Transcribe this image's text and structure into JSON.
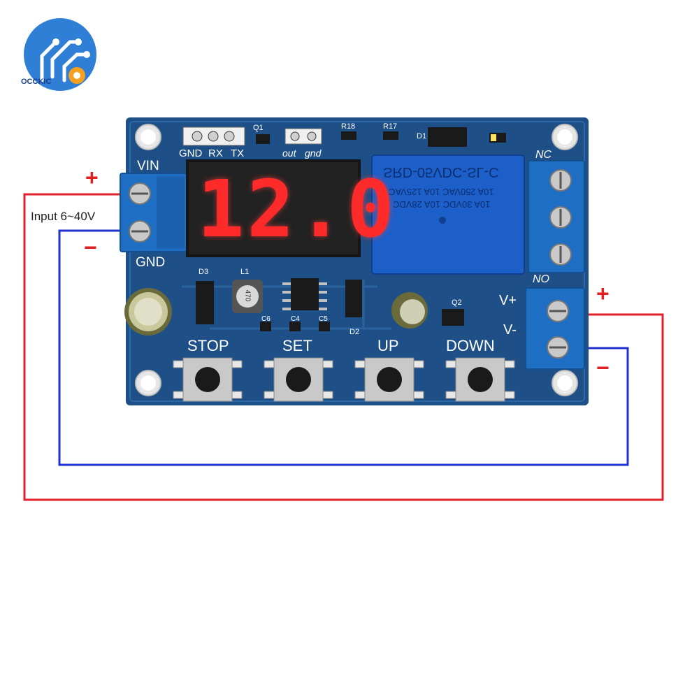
{
  "logo": {
    "brand": "OCCKIC",
    "colors": {
      "circle": "#2f7fd6",
      "gear": "#f5a020",
      "text": "#1a3f8a"
    }
  },
  "input_label": "Input 6~40V",
  "terminals": {
    "vin": "VIN",
    "gnd": "GND",
    "nc": "NC",
    "no": "NO",
    "v_plus": "V+",
    "v_minus": "V-"
  },
  "signs": {
    "plus": "+",
    "minus": "−"
  },
  "header_pins": [
    "GND",
    "RX",
    "TX"
  ],
  "out_pins": [
    "out",
    "gnd"
  ],
  "display": {
    "value": "12.0",
    "color": "#ff2a2a"
  },
  "relay": {
    "model": "SRD-05VDC-SL-C",
    "ratings": [
      "10A 250VAC  10A 125VAC",
      "10A 30VDC  10A 28VDC"
    ],
    "color": "#1d5fc9"
  },
  "components": {
    "q1": "Q1",
    "q2": "Q2",
    "r18": "R18",
    "r17": "R17",
    "d1": "D1",
    "d2": "D2",
    "d3": "D3",
    "l1": "L1",
    "c4": "C4",
    "c5": "C5",
    "c6": "C6",
    "inductor_code": "470"
  },
  "buttons": [
    "STOP",
    "SET",
    "UP",
    "DOWN"
  ],
  "wire_colors": {
    "positive": "#e0202a",
    "negative": "#2030d0"
  },
  "pcb_color": "#1e4f86"
}
